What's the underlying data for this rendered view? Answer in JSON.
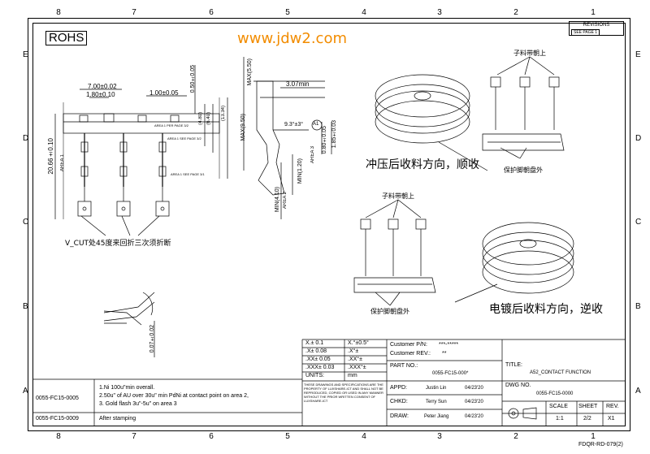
{
  "zones": {
    "columns": [
      "8",
      "7",
      "6",
      "5",
      "4",
      "3",
      "2",
      "1"
    ],
    "rows": [
      "E",
      "D",
      "C",
      "B",
      "A"
    ]
  },
  "header": {
    "rohs": "ROHS",
    "url": "www.jdw2.com",
    "revisions_title": "REVISIONS",
    "revisions_sub": "SEE PAGE 1"
  },
  "drawing": {
    "top_view": {
      "dim_700": "7.00±0.02",
      "dim_180": "1.80±0.10",
      "dim_100": "1.00±0.05",
      "dim_050": "0.50±0.05",
      "dim_480": "(4.80)",
      "dim_640": "(6.40)",
      "dim_1334": "(13.34)",
      "dim_2066": "20.66±0.10",
      "area1": "AREA 1",
      "note_cut": "V_CUT处45度来回折三次须折断",
      "small_note_1": "AREA 1 PER PAGE 3/2",
      "small_note_2": "AREA 1 SEE PAGE 3/2",
      "small_note_3": "AREA 1 SEE PAGE 3/1"
    },
    "side_view": {
      "max550": "MAX(5.50)",
      "dim307": "3.07min",
      "max950": "MAX(9.50)",
      "angle": "9.3°±3°",
      "balloon": "A1",
      "area3": "AREA 3",
      "dim080": "0.80±0.05",
      "dim185": "1.85±0.03",
      "min120": "MIN(1.20)",
      "min410": "MIN(4.10)",
      "area2": "AREA 2"
    },
    "detail": {
      "dim007": "0.07±0.02"
    },
    "reel_top": {
      "label_up": "子料带朝上",
      "label_out": "保护脚朝盘外",
      "caption": "冲压后收料方向，顺收"
    },
    "reel_bottom": {
      "label_up": "子料带朝上",
      "label_out": "保护脚朝盘外",
      "caption": "电镀后收料方向，逆收"
    }
  },
  "tolerances": [
    [
      "X.± 0.1",
      "X.°±0.5°"
    ],
    [
      ".X± 0.08",
      ".X°±"
    ],
    [
      ".XX± 0.05",
      ".XX°±"
    ],
    [
      ".XXX± 0.03",
      ".XXX°±"
    ],
    [
      "UNITS:",
      "mm"
    ]
  ],
  "title_block": {
    "customer_pn_label": "Customer P/N:",
    "customer_pn": "***-*****",
    "customer_rev_label": "Customer REV.:",
    "customer_rev": "**",
    "part_no_label": "PART NO.:",
    "part_no": "0055-FC15-000*",
    "title_label": "TITLE:",
    "title": "A52_CONTACT FUNCTION",
    "dwg_no_label": "DWG NO.",
    "dwg_no": "0055-FC15-0000",
    "appd_label": "APPD:",
    "appd_name": "Justin Lin",
    "appd_date": "04/23'20",
    "chkd_label": "CHKD:",
    "chkd_name": "Terry Sun",
    "chkd_date": "04/23'20",
    "draw_label": "DRAW:",
    "draw_name": "Peter Jiang",
    "draw_date": "04/23'20",
    "scale_label": "SCALE",
    "scale": "1:1",
    "sheet_label": "SHEET",
    "sheet": "2/2",
    "rev_label": "REV.",
    "rev": "X1",
    "disclaimer": "THESE DRAWINGS AND SPECIFICATIONS ARE THE PROPERTY OF LUXSHARE-ICT AND SHALL NOT BE REPRODUCED, COPIED OR USED IN ANY MANNER WITHOUT THE PRIOR WRITTEN CONSENT OF LUXSHARE-ICT"
  },
  "notes_block": {
    "part_a": "0055-FC15-0005",
    "note_1": "1.Ni 100u\"min overall.",
    "note_2": "2.50u\" of AU over 30u\"  min PdNi at contact point on area 2,",
    "note_3": "3. Gold flash 3u\"-5u\" on area 3",
    "part_b": "0055-FC15-0009",
    "after": "After stamping"
  },
  "form_no": "FDQR-RD-079(2)"
}
